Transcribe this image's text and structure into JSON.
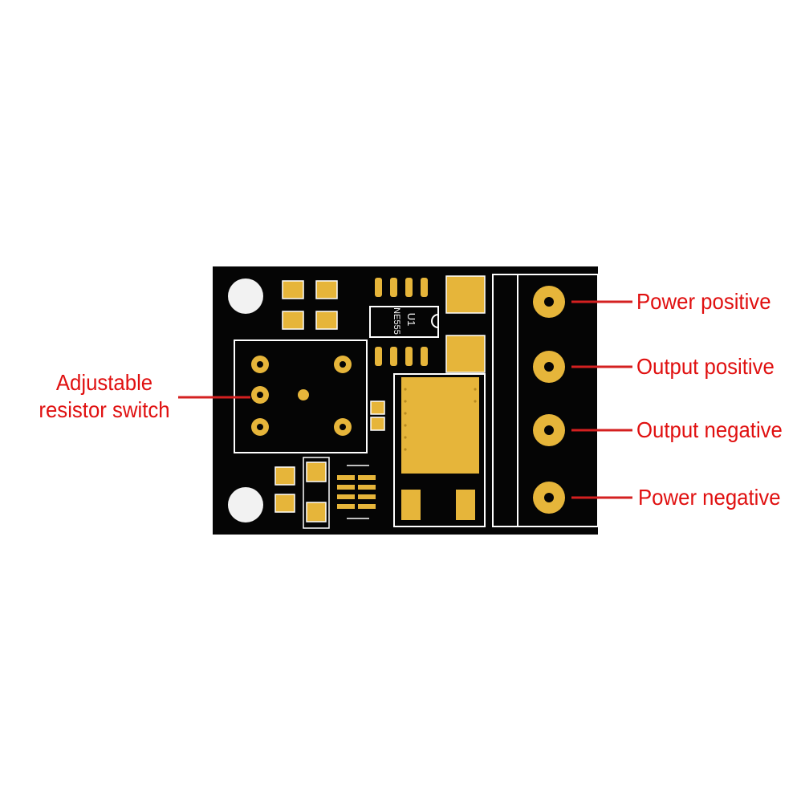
{
  "board": {
    "silkscreen_ref": "U1",
    "silkscreen_part": "NE555",
    "colors": {
      "substrate": "#050505",
      "pad_gold": "#e6b53a",
      "silkscreen": "#ffffff",
      "label_red": "#e01010",
      "leader_red": "#d42020"
    }
  },
  "labels": {
    "left": {
      "line1": "Adjustable",
      "line2": "resistor switch"
    },
    "right": [
      {
        "text": "Power positive"
      },
      {
        "text": "Output positive"
      },
      {
        "text": "Output negative"
      },
      {
        "text": "Power negative"
      }
    ]
  }
}
